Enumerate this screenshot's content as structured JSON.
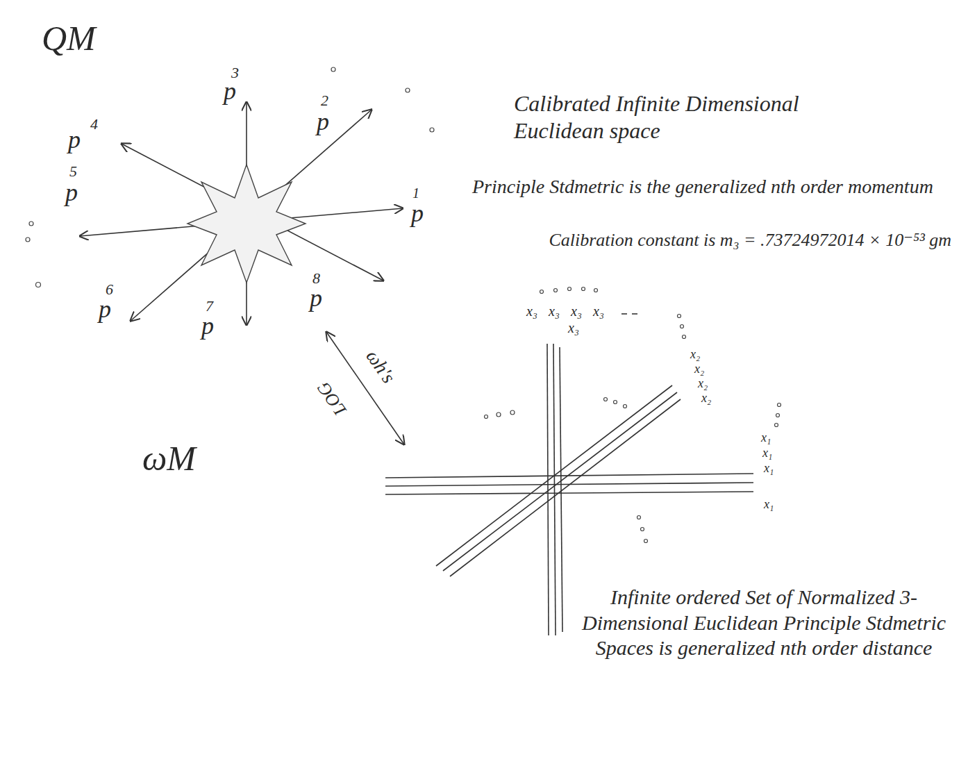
{
  "diagram": {
    "labels": [
      "QM",
      "3",
      "p",
      "2",
      "p",
      "4",
      "p",
      "1",
      "p",
      "5",
      "p",
      "6",
      "p",
      "7",
      "p",
      "8",
      "p",
      "Calibrated Infinite Dimensional Euclidean space",
      "Principle Stdmetric is the generalized nth order momentum",
      "Calibration constant is m₃ = .73724972014 × 10⁻⁵³ gm",
      "ωh's",
      "LOG",
      "ωM",
      "x₃",
      "x₃",
      "x₃",
      "x₃",
      "x₃",
      "x₂",
      "x₂",
      "x₂",
      "x₂",
      "x₁",
      "x₁",
      "x₁",
      "x₁",
      "Infinite ordered Set of Normalized 3-Dimensional Euclidean Principle Stdmetric Spaces is generalized nth order distance"
    ]
  }
}
